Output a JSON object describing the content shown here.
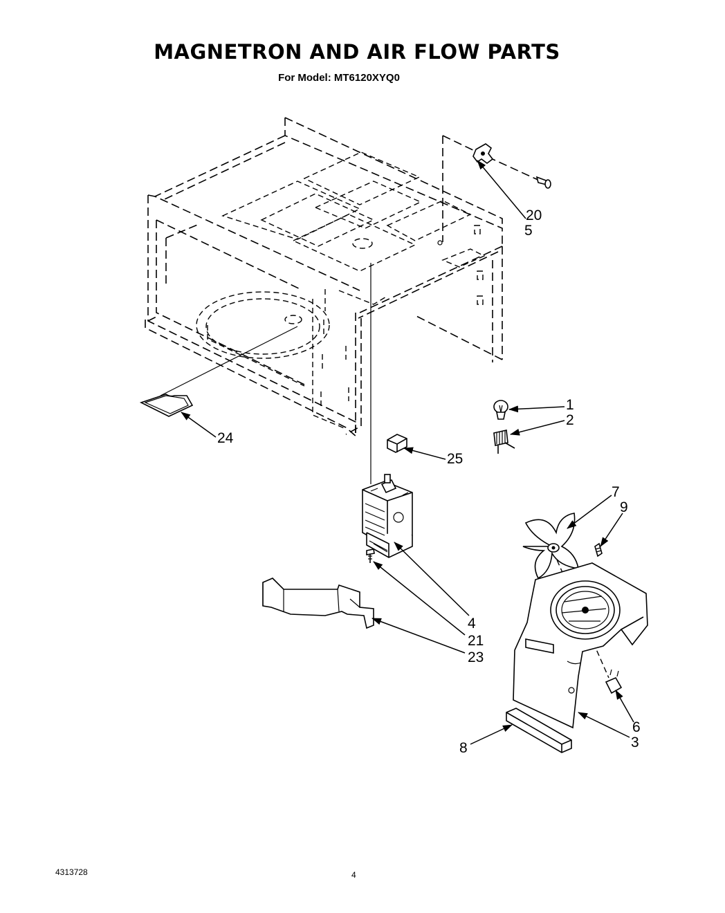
{
  "header": {
    "title": "MAGNETRON AND AIR FLOW PARTS",
    "model": "For Model: MT6120XYQ0"
  },
  "footer": {
    "doc_code": "4313728",
    "page_number": "4"
  },
  "callouts": {
    "c1": "1",
    "c2": "2",
    "c3": "3",
    "c4": "4",
    "c5": "5",
    "c6": "6",
    "c7": "7",
    "c8": "8",
    "c9": "9",
    "c20": "20",
    "c21": "21",
    "c23": "23",
    "c24": "24",
    "c25": "25"
  }
}
